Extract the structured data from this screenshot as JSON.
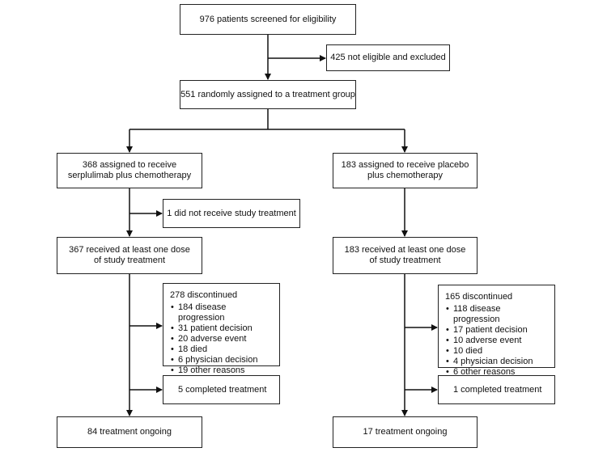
{
  "screened": "976 patients screened for eligibility",
  "excluded": "425 not eligible and excluded",
  "randomized": "551 randomly assigned to a treatment group",
  "left_arm": {
    "assigned": "368 assigned to receive serplulimab plus chemotherapy",
    "not_received": "1 did not receive study treatment",
    "received": "367 received at least one dose of study treatment",
    "discontinued": {
      "title": "278 discontinued",
      "items": [
        "184 disease progression",
        "31 patient decision",
        "20 adverse event",
        "18 died",
        "6 physician decision",
        "19 other reasons"
      ]
    },
    "completed": "5 completed treatment",
    "ongoing": "84 treatment ongoing"
  },
  "right_arm": {
    "assigned": "183 assigned to receive placebo plus chemotherapy",
    "received": "183 received at least one dose of study treatment",
    "discontinued": {
      "title": "165 discontinued",
      "items": [
        "118 disease progression",
        "17 patient decision",
        "10 adverse event",
        "10 died",
        "4 physician decision",
        "6 other reasons"
      ]
    },
    "completed": "1 completed treatment",
    "ongoing": "17 treatment ongoing"
  }
}
